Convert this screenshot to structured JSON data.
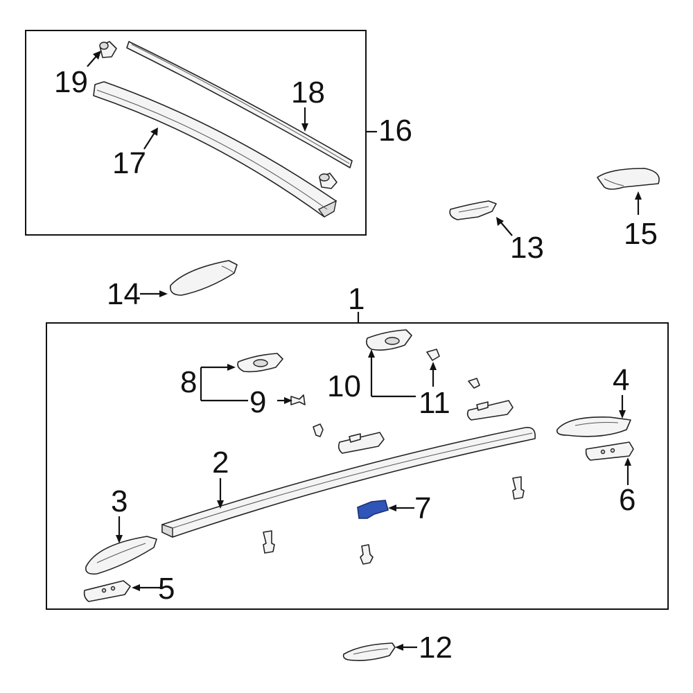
{
  "diagram": {
    "callouts": {
      "c1": "1",
      "c2": "2",
      "c3": "3",
      "c4": "4",
      "c5": "5",
      "c6": "6",
      "c7": "7",
      "c8": "8",
      "c9": "9",
      "c10": "10",
      "c11": "11",
      "c12": "12",
      "c13": "13",
      "c14": "14",
      "c15": "15",
      "c16": "16",
      "c17": "17",
      "c18": "18",
      "c19": "19"
    },
    "highlighted_part": "7",
    "colors": {
      "highlight": "#2f55b8",
      "line": "#111111",
      "part_fill": "#f4f4f4"
    }
  }
}
